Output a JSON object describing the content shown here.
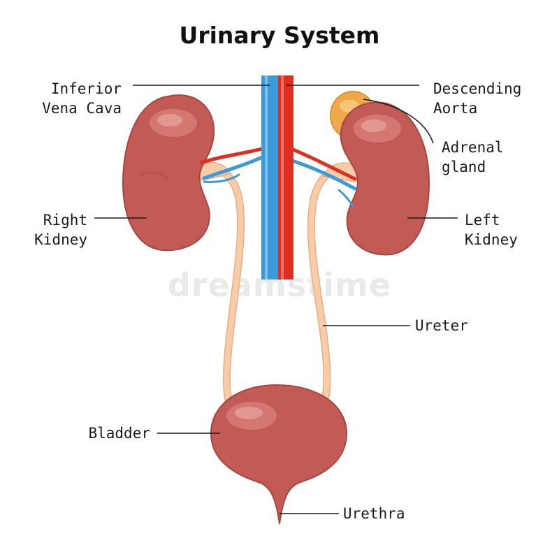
{
  "title": "Urinary System",
  "watermark": "dreamstime",
  "colors": {
    "organ": "#c25b55",
    "organ_highlight": "#d9837c",
    "organ_stroke": "#a7463f",
    "ureter": "#f7cca6",
    "ureter_stroke": "#e9ad85",
    "vein": "#3d9ad8",
    "artery": "#dd2f1f",
    "adrenal": "#efa84a"
  },
  "labels": {
    "ivc": [
      "Inferior",
      "Vena Cava"
    ],
    "aorta": [
      "Descending",
      "Aorta"
    ],
    "adrenal": [
      "Adrenal",
      "gland"
    ],
    "right_kidney": [
      "Right",
      "Kidney"
    ],
    "left_kidney": [
      "Left",
      "Kidney"
    ],
    "ureter": [
      "Ureter"
    ],
    "bladder": [
      "Bladder"
    ],
    "urethra": [
      "Urethra"
    ]
  }
}
